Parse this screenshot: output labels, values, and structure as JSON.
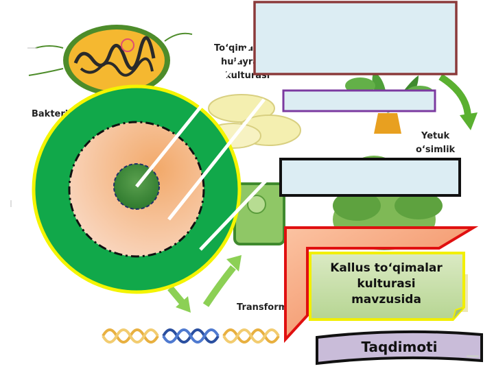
{
  "labels": {
    "bacteria": "Bakteriya",
    "tissue_culture_1": "To‘qima",
    "tissue_culture_2": "hujayra",
    "tissue_culture_3": "kulturasi",
    "mature_plant_1": "Yetuk",
    "mature_plant_2": "o‘simlik",
    "transformation": "Transformatsiya"
  },
  "title": {
    "line1": "Kallus to‘qimalar",
    "line2": "kulturasi",
    "line3": "mavzusida"
  },
  "subtitle": "Taqdimoti",
  "colors": {
    "outer_ring": "#11a84a",
    "ring_outline": "#f4f400",
    "middle_circle": "#f5c4a0",
    "inner_core": "#3d8a38",
    "box_fill": "#dcedf3",
    "box_top_border": "#8b3a3a",
    "box_mid_border": "#7b3aa0",
    "box_low_border": "#111111",
    "title_fill": "#c8dfa8",
    "title_border": "#f2ef00",
    "subtitle_fill": "#c9bcd9",
    "arrow_frame_fill": "#f7a87a",
    "arrow_frame_border": "#e01010"
  }
}
